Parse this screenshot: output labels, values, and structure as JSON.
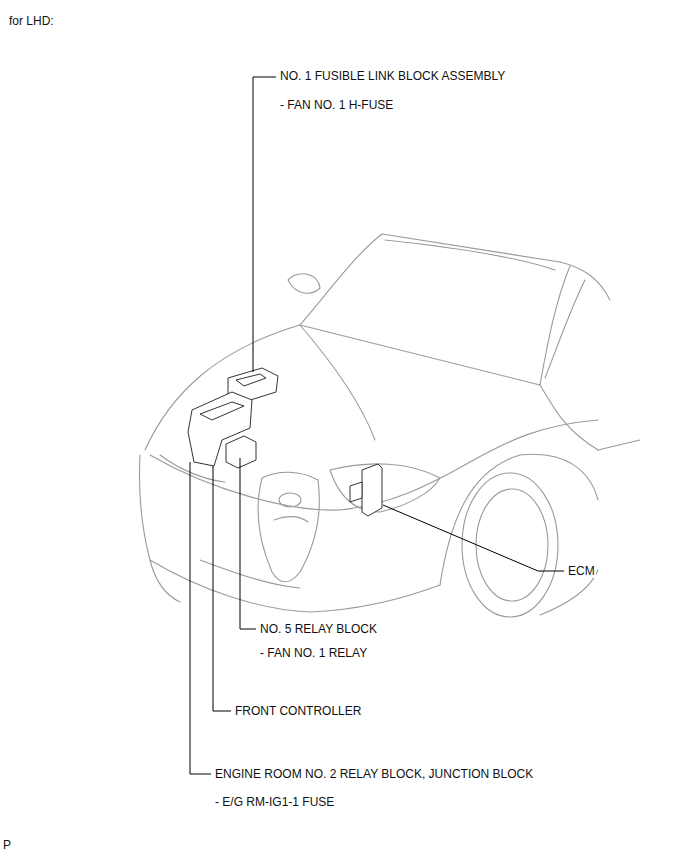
{
  "diagram": {
    "labels": [
      "for LHD:",
      "NO. 1 FUSIBLE LINK BLOCK ASSEMBLY",
      "- FAN NO. 1 H-FUSE",
      "ECM",
      "NO. 5 RELAY BLOCK",
      "- FAN NO. 1 RELAY",
      "FRONT CONTROLLER",
      "ENGINE ROOM NO. 2 RELAY BLOCK, JUNCTION BLOCK",
      "- E/G RM-IG1-1 FUSE",
      "P"
    ]
  }
}
